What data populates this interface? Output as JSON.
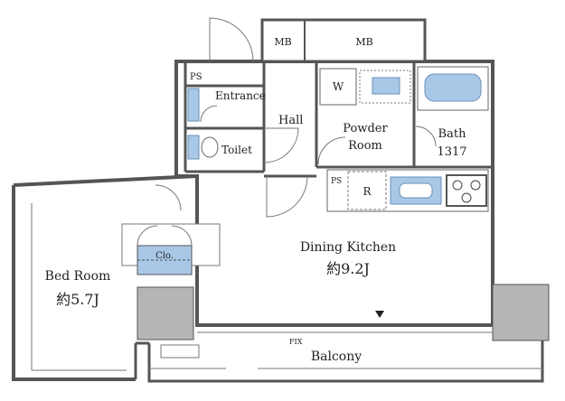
{
  "plan": {
    "rooms": {
      "mb_left": "MB",
      "mb_right": "MB",
      "ps_entrance": "PS",
      "entrance": "Entrance",
      "hall": "Hall",
      "w": "W",
      "powder_line1": "Powder",
      "powder_line2": "Room",
      "bath_line1": "Bath",
      "bath_line2": "1317",
      "toilet": "Toilet",
      "ps_kitchen": "PS",
      "r": "R",
      "dining_kitchen": "Dining Kitchen",
      "dining_size": "約9.2J",
      "clo": "Clo.",
      "bed_room": "Bed Room",
      "bed_size": "約5.7J",
      "fix": "FIX",
      "balcony": "Balcony"
    },
    "colors": {
      "wall": "#555555",
      "column_fill": "#b5b5b5",
      "fixture_blue": "#a9c8e8",
      "fixture_outline": "#6a8fb8"
    }
  }
}
